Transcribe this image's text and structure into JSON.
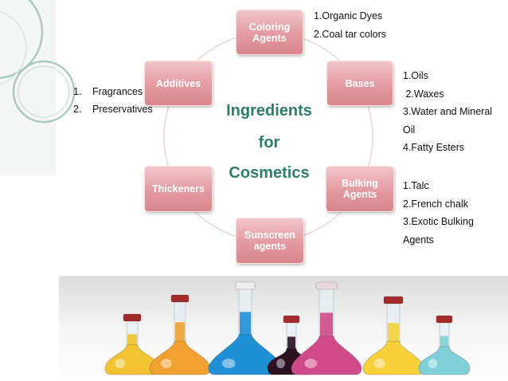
{
  "center": {
    "line1": "Ingredients",
    "line2": "for",
    "line3": "Cosmetics"
  },
  "nodes": {
    "coloring": "Coloring\nAgents",
    "bases": "Bases",
    "bulking": "Bulking\nAgents",
    "sunscreen": "Sunscreen\nagents",
    "thickeners": "Thickeners",
    "additives": "Additives"
  },
  "notes": {
    "coloring": [
      "1.Organic Dyes",
      "2.Coal tar colors"
    ],
    "bases": [
      "1.Oils",
      " 2.Waxes",
      "3.Water and Mineral",
      "Oil",
      "4.Fatty Esters"
    ],
    "bulking": [
      "1.Talc",
      "2.French chalk",
      "3.Exotic Bulking",
      "Agents"
    ],
    "additives": [
      {
        "num": "1.",
        "text": "Fragrances"
      },
      {
        "num": "2.",
        "text": "Preservatives"
      }
    ]
  },
  "colors": {
    "node_fill": "#e39aa0",
    "center_text": "#2e7d6c",
    "circle": "#e8c9cb",
    "decor_ring": "#8fb8ae"
  },
  "flasks": [
    {
      "liquid": "#f1c232",
      "cap": "#a32b2b"
    },
    {
      "liquid": "#f0a030",
      "cap": "#a32b2b"
    },
    {
      "liquid": "#1f8fd6",
      "cap": "#eeeeee"
    },
    {
      "liquid": "#2b1020",
      "cap": "#a32b2b"
    },
    {
      "liquid": "#d04a8a",
      "cap": "#e8d8e0"
    },
    {
      "liquid": "#f7d03a",
      "cap": "#a32b2b"
    },
    {
      "liquid": "#7fd0d8",
      "cap": "#a32b2b"
    }
  ]
}
